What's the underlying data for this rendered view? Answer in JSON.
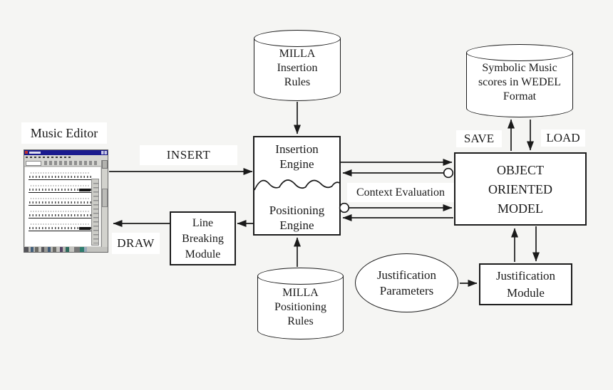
{
  "canvas": {
    "background": "#f5f5f3",
    "ink": "#1a1a1a"
  },
  "music_editor": {
    "label": "Music Editor"
  },
  "milla_insertion": {
    "line1": "MILLA",
    "line2": "Insertion",
    "line3": "Rules"
  },
  "wedel_store": {
    "line1": "Symbolic Music",
    "line2": "scores in WEDEL",
    "line3": "Format"
  },
  "milla_positioning": {
    "line1": "MILLA",
    "line2": "Positioning",
    "line3": "Rules"
  },
  "engine_box": {
    "top_line1": "Insertion",
    "top_line2": "Engine",
    "bottom_line1": "Positioning",
    "bottom_line2": "Engine"
  },
  "oom_box": {
    "line1": "OBJECT",
    "line2": "ORIENTED",
    "line3": "MODEL"
  },
  "line_breaking_box": {
    "line1": "Line",
    "line2": "Breaking",
    "line3": "Module"
  },
  "justification_module_box": {
    "line1": "Justification",
    "line2": "Module"
  },
  "justification_params": {
    "line1": "Justification",
    "line2": "Parameters"
  },
  "arrow_labels": {
    "insert": "INSERT",
    "draw": "DRAW",
    "save": "SAVE",
    "load": "LOAD",
    "context": "Context Evaluation"
  }
}
